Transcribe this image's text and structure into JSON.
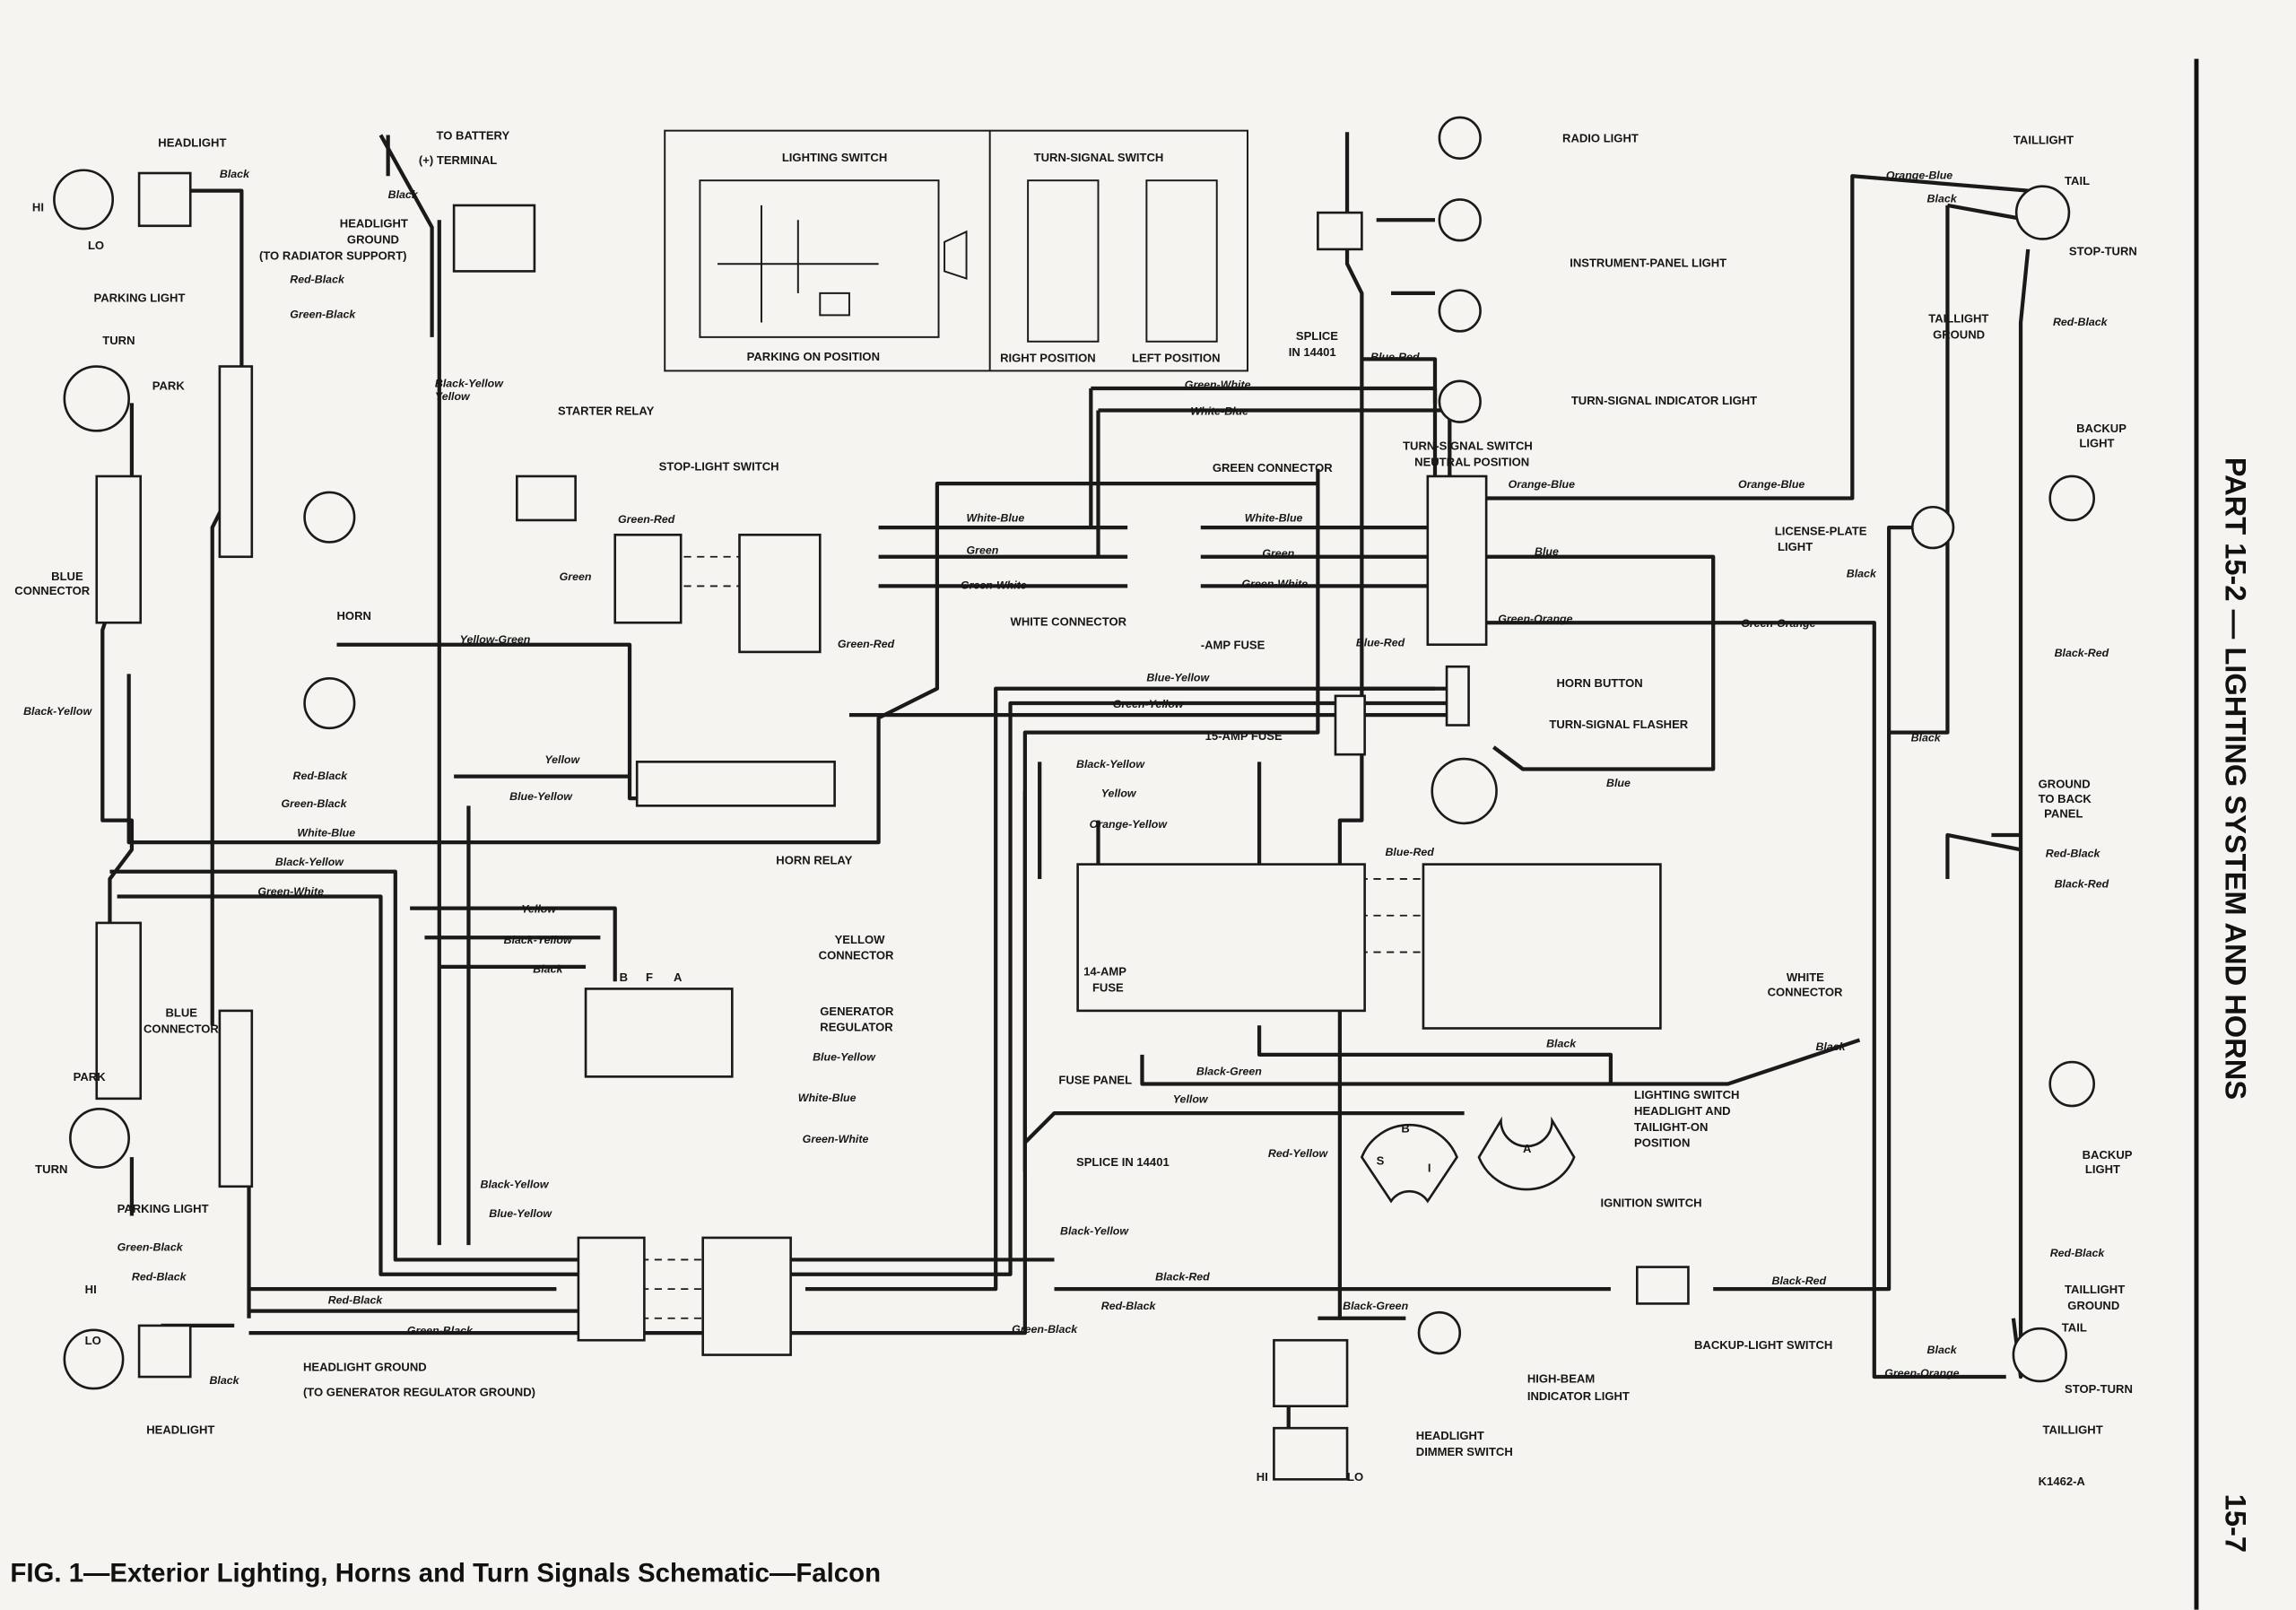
{
  "figure": {
    "title": "FIG. 1—Exterior Lighting, Horns and Turn Signals Schematic—Falcon",
    "part_heading": "PART 15-2 — LIGHTING SYSTEM AND HORNS",
    "page_number": "15-7",
    "drawing_number": "K1462-A"
  },
  "inset": {
    "lighting_switch": "LIGHTING SWITCH",
    "turn_signal_switch": "TURN-SIGNAL SWITCH",
    "parking_on": "PARKING ON POSITION",
    "right_position": "RIGHT POSITION",
    "left_position": "LEFT POSITION"
  },
  "components": {
    "headlight_top": "HEADLIGHT",
    "hi_top": "HI",
    "lo_top": "LO",
    "hl_ground_1": "HEADLIGHT",
    "hl_ground_2": "GROUND",
    "hl_ground_3": "(TO RADIATOR SUPPORT)",
    "battery_1": "TO BATTERY",
    "battery_2": "(+) TERMINAL",
    "parking_light_top": "PARKING LIGHT",
    "turn_top": "TURN",
    "park_top": "PARK",
    "starter_relay": "STARTER RELAY",
    "stop_light_switch": "STOP-LIGHT SWITCH",
    "blue_conn_1a": "BLUE",
    "blue_conn_1b": "CONNECTOR",
    "horn": "HORN",
    "horn_relay": "HORN RELAY",
    "yellow_conn_1": "YELLOW",
    "yellow_conn_2": "CONNECTOR",
    "gen_reg_1": "GENERATOR",
    "gen_reg_2": "REGULATOR",
    "blue_conn_2a": "BLUE",
    "blue_conn_2b": "CONNECTOR",
    "park_bottom": "PARK",
    "turn_bottom": "TURN",
    "parking_light_bottom": "PARKING LIGHT",
    "hi_bottom": "HI",
    "lo_bottom": "LO",
    "hl_ground_b1": "HEADLIGHT GROUND",
    "hl_ground_b2": "(TO GENERATOR REGULATOR GROUND)",
    "headlight_bottom": "HEADLIGHT",
    "green_connector": "GREEN CONNECTOR",
    "white_connector": "WHITE CONNECTOR",
    "amp_fuse": "-AMP FUSE",
    "fuse_15": "15-AMP FUSE",
    "fuse_14a": "14-AMP",
    "fuse_14b": "FUSE",
    "fuse_panel": "FUSE PANEL",
    "splice_bottom": "SPLICE IN 14401",
    "dimmer_hi": "HI",
    "dimmer_lo": "LO",
    "dimmer_1": "HEADLIGHT",
    "dimmer_2": "DIMMER SWITCH",
    "hb_1": "HIGH-BEAM",
    "hb_2": "INDICATOR LIGHT",
    "radio_light": "RADIO LIGHT",
    "ip_light": "INSTRUMENT-PANEL LIGHT",
    "splice_top_1": "SPLICE",
    "splice_top_2": "IN 14401",
    "ts_indicator": "TURN-SIGNAL INDICATOR LIGHT",
    "ts_neutral_1": "TURN-SIGNAL SWITCH",
    "ts_neutral_2": "NEUTRAL POSITION",
    "horn_button": "HORN BUTTON",
    "ts_flasher": "TURN-SIGNAL FLASHER",
    "ls_1": "LIGHTING SWITCH",
    "ls_2": "HEADLIGHT AND",
    "ls_3": "TAILIGHT-ON",
    "ls_4": "POSITION",
    "ign_s": "S",
    "ign_b": "B",
    "ign_i": "I",
    "ign_a": "A",
    "ignition_switch": "IGNITION SWITCH",
    "backup_switch": "BACKUP-LIGHT SWITCH",
    "white_conn_r1": "WHITE",
    "white_conn_r2": "CONNECTOR",
    "lp_1": "LICENSE-PLATE",
    "lp_2": "LIGHT",
    "taillight_top": "TAILLIGHT",
    "tail_top": "TAIL",
    "stop_turn_top": "STOP-TURN",
    "tg_top_1": "TAILLIGHT",
    "tg_top_2": "GROUND",
    "backup_top_1": "BACKUP",
    "backup_top_2": "LIGHT",
    "gnd_1": "GROUND",
    "gnd_2": "TO BACK",
    "gnd_3": "PANEL",
    "backup_bot_1": "BACKUP",
    "backup_bot_2": "LIGHT",
    "tg_bot_1": "TAILLIGHT",
    "tg_bot_2": "GROUND",
    "tail_bot": "TAIL",
    "stop_turn_bot": "STOP-TURN",
    "taillight_bot": "TAILLIGHT",
    "reg_b": "B",
    "reg_f": "F",
    "reg_a": "A"
  },
  "wires": [
    "Black",
    "Black",
    "Red-Black",
    "Green-Black",
    "Black-Yellow",
    "Yellow",
    "Green-Red",
    "Green",
    "Yellow-Green",
    "Green-Red",
    "Black-Yellow",
    "Yellow",
    "Blue-Yellow",
    "Red-Black",
    "Green-Black",
    "White-Blue",
    "Black-Yellow",
    "Green-White",
    "Yellow",
    "Black-Yellow",
    "Black",
    "Blue-Yellow",
    "White-Blue",
    "Green-White",
    "Black-Yellow",
    "Blue-Yellow",
    "Green-Black",
    "Red-Black",
    "Red-Black",
    "Green-Black",
    "Black",
    "Green-White",
    "White-Blue",
    "White-Blue",
    "White-Blue",
    "Green",
    "Green",
    "Green-White",
    "Green-White",
    "Blue-Yellow",
    "Green-Yellow",
    "Black-Yellow",
    "Yellow",
    "Orange-Yellow",
    "Black-Green",
    "Yellow",
    "Black-Yellow",
    "Black-Red",
    "Red-Black",
    "Green-Black",
    "Black-Green",
    "Blue-Red",
    "Orange-Blue",
    "Orange-Blue",
    "Blue",
    "Green-Orange",
    "Green-Orange",
    "Blue-Red",
    "Blue",
    "Blue-Red",
    "Black",
    "Red-Yellow",
    "Black-Red",
    "Black",
    "Black",
    "Black",
    "Orange-Blue",
    "Black",
    "Red-Black",
    "Black-Red",
    "Red-Black",
    "Black-Red",
    "Red-Black",
    "Black",
    "Green-Orange"
  ]
}
